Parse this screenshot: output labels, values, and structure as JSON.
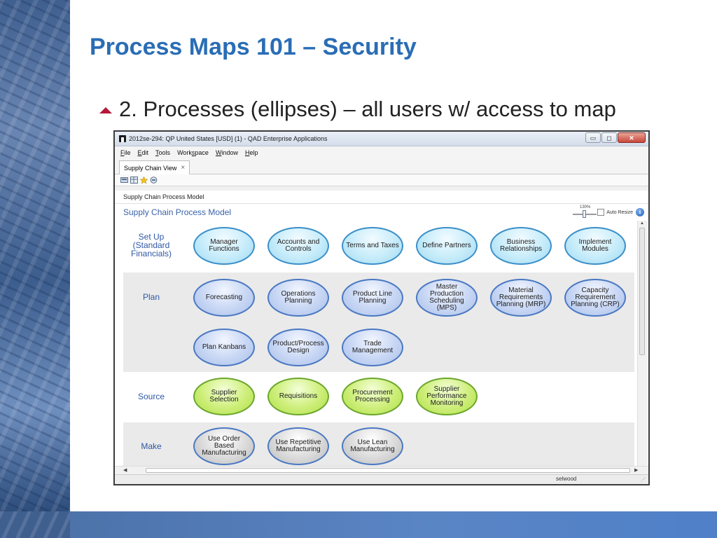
{
  "slide": {
    "title": "Process Maps 101 – Security",
    "bullet": "2. Processes (ellipses) – all users w/ access to map"
  },
  "window": {
    "title": "2012se-294: QP United States [USD] (1) - QAD Enterprise Applications",
    "controls": {
      "minimize": "▭",
      "restore": "◻",
      "close": "✕"
    }
  },
  "menu": [
    {
      "pre": "",
      "key": "F",
      "post": "ile"
    },
    {
      "pre": "",
      "key": "E",
      "post": "dit"
    },
    {
      "pre": "",
      "key": "T",
      "post": "ools"
    },
    {
      "pre": "Work",
      "key": "s",
      "post": "pace"
    },
    {
      "pre": "",
      "key": "W",
      "post": "indow"
    },
    {
      "pre": "",
      "key": "H",
      "post": "elp"
    }
  ],
  "tab": {
    "label": "Supply Chain View",
    "close": "×"
  },
  "toolbar": {
    "icons": [
      "workspace-icon",
      "grid-icon",
      "favorite-star-icon",
      "print-icon"
    ]
  },
  "breadcrumb": "Supply Chain Process Model",
  "model": {
    "title": "Supply Chain Process Model",
    "zoom_label": "130%",
    "auto_resize_label": "Auto Resize",
    "info": "i"
  },
  "lanes": {
    "setup": {
      "label_lines": [
        "Set Up",
        "(Standard",
        "Financials)"
      ]
    },
    "plan": {
      "label": "Plan"
    },
    "source": {
      "label": "Source"
    },
    "make": {
      "label": "Make"
    }
  },
  "processes": {
    "setup": [
      "Manager Functions",
      "Accounts and Controls",
      "Terms and Taxes",
      "Define Partners",
      "Business Relationships",
      "Implement Modules"
    ],
    "plan_row1": [
      "Forecasting",
      "Operations Planning",
      "Product Line Planning",
      "Master Production Scheduling (MPS)",
      "Material Requirements Planning (MRP)",
      "Capacity Requirement Planning (CRP)"
    ],
    "plan_row2": [
      "Plan Kanbans",
      "Product/Process Design",
      "Trade Management"
    ],
    "source": [
      "Supplier Selection",
      "Requisitions",
      "Procurement Processing",
      "Supplier Performance Monitoring"
    ],
    "make": [
      "Use Order Based Manufacturing",
      "Use Repetitive Manufacturing",
      "Use Lean Manufacturing"
    ]
  },
  "status": {
    "user": "selwood"
  },
  "colors": {
    "title": "#2a6db5",
    "bullet": "#b5183b",
    "lane_label": "#2f57a5"
  }
}
